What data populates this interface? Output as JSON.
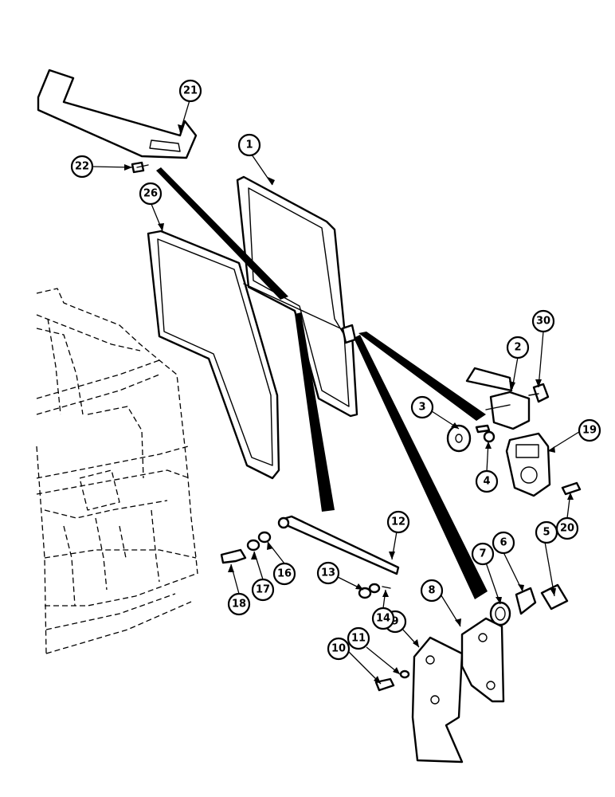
{
  "callouts": [
    {
      "id": "c1",
      "label": "1"
    },
    {
      "id": "c2",
      "label": "2"
    },
    {
      "id": "c3",
      "label": "3"
    },
    {
      "id": "c4",
      "label": "4"
    },
    {
      "id": "c5",
      "label": "5"
    },
    {
      "id": "c6",
      "label": "6"
    },
    {
      "id": "c7",
      "label": "7"
    },
    {
      "id": "c8",
      "label": "8"
    },
    {
      "id": "c9",
      "label": "9"
    },
    {
      "id": "c10",
      "label": "10"
    },
    {
      "id": "c11",
      "label": "11"
    },
    {
      "id": "c12",
      "label": "12"
    },
    {
      "id": "c13",
      "label": "13"
    },
    {
      "id": "c14",
      "label": "14"
    },
    {
      "id": "c16",
      "label": "16"
    },
    {
      "id": "c17",
      "label": "17"
    },
    {
      "id": "c18",
      "label": "18"
    },
    {
      "id": "c19",
      "label": "19"
    },
    {
      "id": "c20",
      "label": "20"
    },
    {
      "id": "c21",
      "label": "21"
    },
    {
      "id": "c22",
      "label": "22"
    },
    {
      "id": "c26",
      "label": "26"
    },
    {
      "id": "c30",
      "label": "30"
    }
  ]
}
